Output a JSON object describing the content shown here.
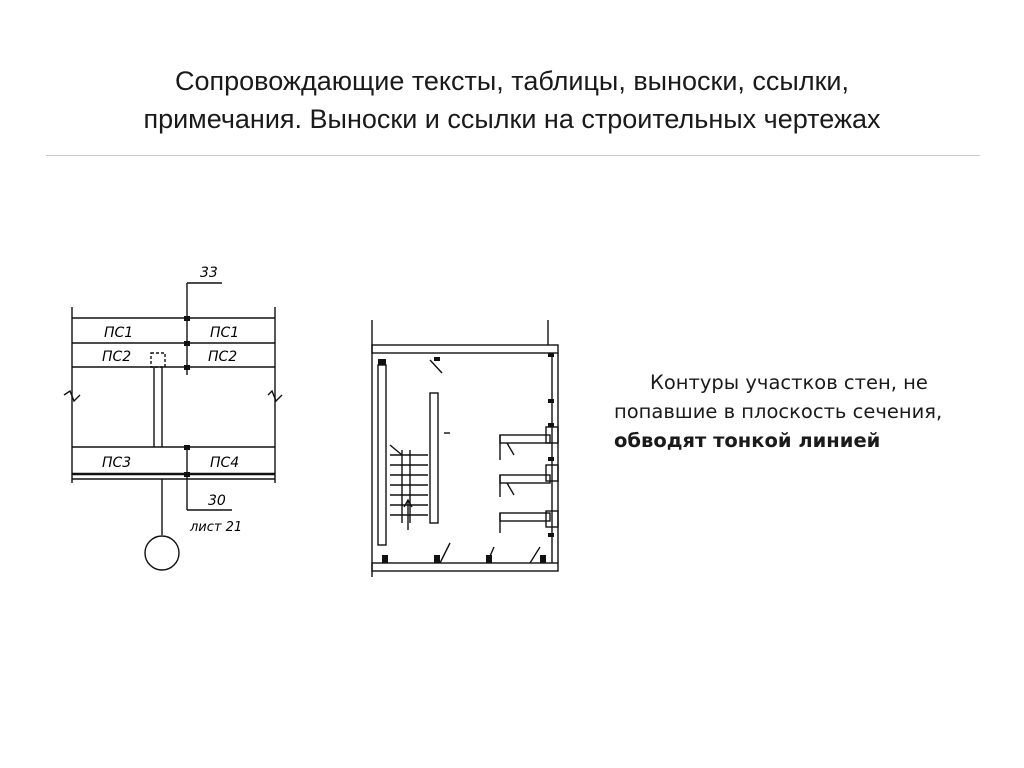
{
  "slide": {
    "title_line1": "Сопровождающие тексты, таблицы, выноски, ссылки,",
    "title_line2": "примечания. Выноски и ссылки на строительных чертежах"
  },
  "drawing_left": {
    "callout_top": "33",
    "callout_bottom": "30",
    "sheet_ref": "лист 21",
    "labels": {
      "pc1_left": "ПС1",
      "pc1_right": "ПС1",
      "pc2_left": "ПС2",
      "pc2_right": "ПС2",
      "pc3": "ПС3",
      "pc4": "ПС4"
    }
  },
  "body": {
    "text_normal": "Контуры участков стен, не попавшие в плоскость сечения, ",
    "text_bold": "обводят тонкой линией"
  }
}
